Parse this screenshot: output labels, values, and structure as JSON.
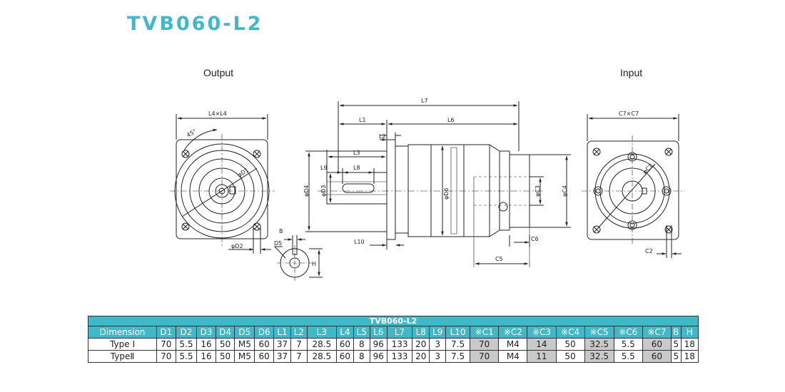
{
  "title": "TVB060-L2",
  "views": {
    "output": "Output",
    "input": "Input"
  },
  "dims": {
    "l4xl4": "L4×L4",
    "deg45": "45°",
    "d1": "φD1",
    "d2": "φD2",
    "b": "B",
    "d5": "D5",
    "h": "H",
    "l7": "L7",
    "l1": "L1",
    "l6": "L6",
    "l2": "L2",
    "l3": "L3",
    "l9": "L9",
    "l8": "L8",
    "d4": "φD4",
    "d3": "φD3",
    "d6": "φD6",
    "l10": "L10",
    "c3": "φC3",
    "c4": "φC4",
    "c6": "C6",
    "c5": "C5",
    "c7xc7": "C7×C7",
    "c1": "φC1",
    "c2": "C2"
  },
  "table": {
    "title": "TVB060-L2",
    "headers": [
      "Dimension",
      "D1",
      "D2",
      "D3",
      "D4",
      "D5",
      "D6",
      "L1",
      "L2",
      "L3",
      "L4",
      "L5",
      "L6",
      "L7",
      "L8",
      "L9",
      "L10",
      "※C1",
      "※C2",
      "※C3",
      "※C4",
      "※C5",
      "※C6",
      "※C7",
      "B",
      "H"
    ],
    "rows": [
      [
        "Type Ⅰ",
        "70",
        "5.5",
        "16",
        "50",
        "M5",
        "60",
        "37",
        "7",
        "28.5",
        "60",
        "8",
        "96",
        "133",
        "20",
        "3",
        "7.5",
        "70",
        "M4",
        "14",
        "50",
        "32.5",
        "5.5",
        "60",
        "5",
        "18"
      ],
      [
        "TypeⅡ",
        "70",
        "5.5",
        "16",
        "50",
        "M5",
        "60",
        "37",
        "7",
        "28.5",
        "60",
        "8",
        "96",
        "133",
        "20",
        "3",
        "7.5",
        "70",
        "M4",
        "11",
        "50",
        "32.5",
        "5.5",
        "60",
        "5",
        "18"
      ]
    ],
    "shaded_columns": [
      17,
      19,
      21,
      23
    ],
    "header_color": "#3fb8c8",
    "shade_color": "#c9c9c9"
  }
}
